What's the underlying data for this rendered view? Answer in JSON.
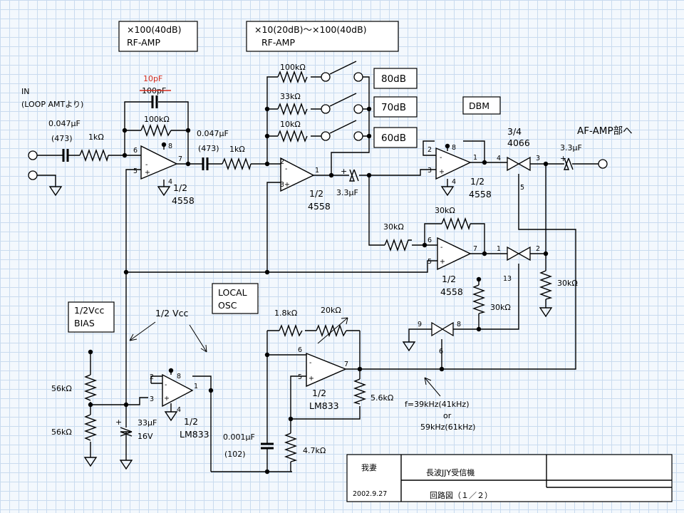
{
  "title_boxes": {
    "rf_amp1_gain": "×100(40dB)",
    "rf_amp1_name": "RF-AMP",
    "rf_amp2_gain": "×10(20dB)～×100(40dB)",
    "rf_amp2_name": "RF-AMP",
    "dbm": "DBM",
    "local_osc_1": "LOCAL",
    "local_osc_2": "OSC",
    "bias_1": "1/2Vcc",
    "bias_2": "BIAS"
  },
  "gain_buttons": [
    "80dB",
    "70dB",
    "60dB"
  ],
  "labels": {
    "in": "IN",
    "in_sub": "(LOOP AMTより)",
    "c_in": "0.047μF",
    "c_in_code": "(473)",
    "r_in": "1kΩ",
    "c_fb_new": "10pF",
    "c_fb_old": "100pF",
    "r_fb1": "100kΩ",
    "c_mid": "0.047μF",
    "c_mid_code": "(473)",
    "r_mid": "1kΩ",
    "r_g80": "100kΩ",
    "r_g70": "33kΩ",
    "r_g60": "10kΩ",
    "c_out1": "3.3μF",
    "r_mix_in": "30kΩ",
    "r_mix_fb": "30kΩ",
    "sw_part_1": "3/4",
    "sw_part_2": "4066",
    "af_out": "AF-AMP部へ",
    "c_out2": "3.3μF",
    "r_bias_sw": "30kΩ",
    "r_out_gnd": "30kΩ",
    "osc_r1": "1.8kΩ",
    "osc_vr": "20kΩ",
    "osc_r3": "5.6kΩ",
    "osc_r4": "4.7kΩ",
    "osc_cap": "0.001μF",
    "osc_cap_code": "(102)",
    "half_vcc": "1/2 Vcc",
    "r_div1": "56kΩ",
    "r_div2": "56kΩ",
    "c_bias": "33μF",
    "c_bias_v": "16V",
    "freq_1": "f=39kHz(41kHz)",
    "freq_or": "or",
    "freq_2": "59kHz(61kHz)"
  },
  "chips": {
    "u1_frac": "1/2",
    "u1_part": "4558",
    "u2_frac": "1/2",
    "u2_part": "4558",
    "u3_frac": "1/2",
    "u3_part": "4558",
    "u4_frac": "1/2",
    "u4_part": "4558",
    "u5_frac": "1/2",
    "u5_part": "LM833",
    "u6_frac": "1/2",
    "u6_part": "LM833"
  },
  "pins": {
    "u1": [
      "6",
      "5",
      "7",
      "8",
      "4"
    ],
    "u2": [
      "2",
      "3",
      "1"
    ],
    "u3": [
      "2",
      "3",
      "1",
      "8",
      "4"
    ],
    "u4": [
      "6",
      "5",
      "7"
    ],
    "u5": [
      "6",
      "5",
      "7"
    ],
    "u6": [
      "2",
      "3",
      "1",
      "8",
      "4"
    ],
    "sw_a": [
      "4",
      "3",
      "5"
    ],
    "sw_b": [
      "1",
      "2",
      "13"
    ],
    "sw_c": [
      "9",
      "8",
      "6"
    ]
  },
  "title_block": {
    "author": "我妻",
    "date": "2002.9.27",
    "project": "長波JJY受信機",
    "sheet": "回路図（１／２）"
  }
}
